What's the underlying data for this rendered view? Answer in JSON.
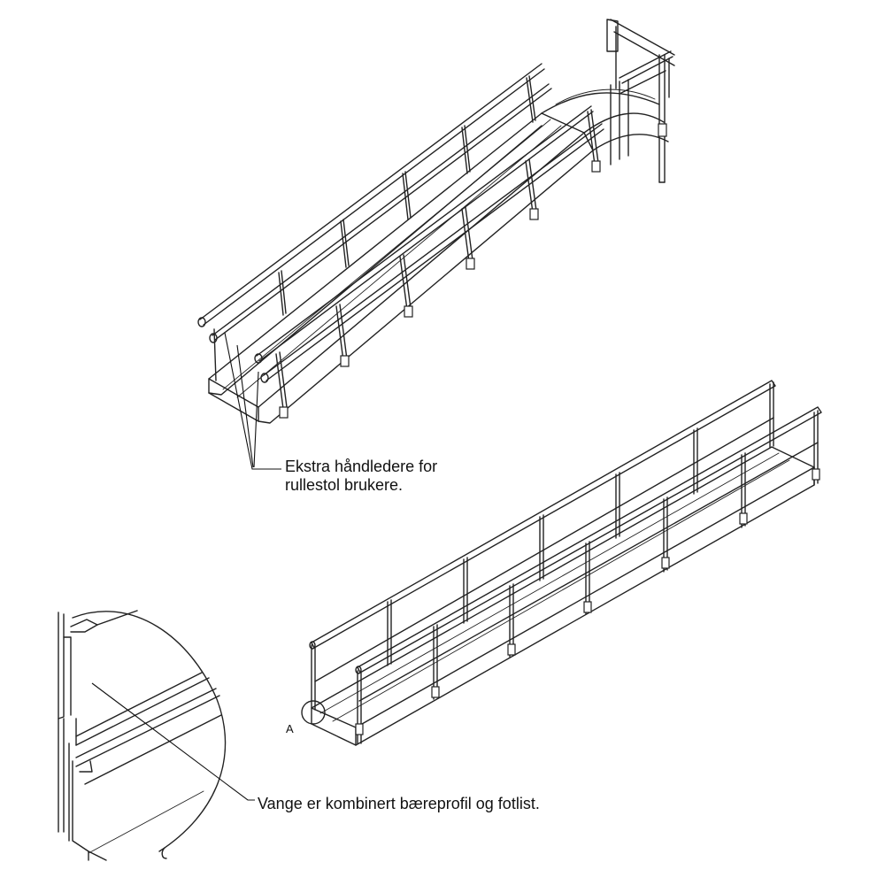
{
  "annotations": {
    "wheelchair_handrail": {
      "line1": "Ekstra håndledere for",
      "line2": "rullestol brukere."
    },
    "stringer_note": "Vange er kombinert bæreprofil og fotlist.",
    "detail_reference": "A"
  }
}
